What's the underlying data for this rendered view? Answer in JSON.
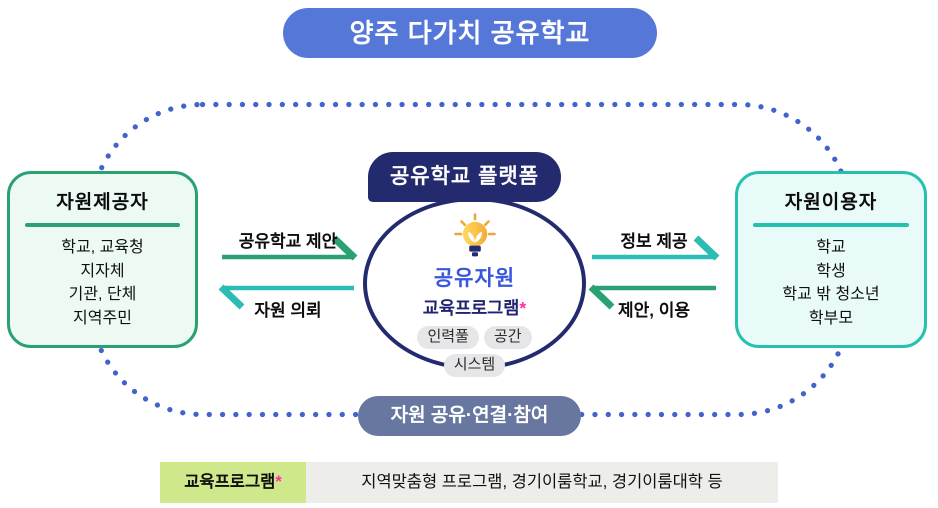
{
  "title": "양주 다가치 공유학교",
  "provider_box": {
    "title": "자원제공자",
    "items": [
      "학교, 교육청",
      "지자체",
      "기관, 단체",
      "지역주민"
    ]
  },
  "user_box": {
    "title": "자원이용자",
    "items": [
      "학교",
      "학생",
      "학교 밖 청소년",
      "학부모"
    ]
  },
  "platform": {
    "label": "공유학교 플랫폼",
    "icon": "lightbulb-icon",
    "heading": "공유자원",
    "program": "교육프로그램",
    "program_asterisk": "*",
    "tags": [
      "인력풀",
      "공간",
      "시스템"
    ]
  },
  "arrows": {
    "left_top": "공유학교 제안",
    "left_bottom": "자원 의뢰",
    "right_top": "정보 제공",
    "right_bottom": "제안, 이용"
  },
  "bottom_pill": "자원 공유·연결·참여",
  "legend": {
    "term": "교육프로그램",
    "asterisk": "*",
    "description": "지역맞춤형 프로그램, 경기이룸학교, 경기이룸대학 등"
  },
  "colors": {
    "title_bg": "#5577d8",
    "navy": "#242a6e",
    "green_arrow": "#2aa173",
    "teal_arrow": "#2cbcb4",
    "dotted_loop": "#4263cc",
    "provider_border": "#2aa173",
    "provider_bg": "#ecfaf3",
    "user_border": "#25c0ae",
    "user_bg": "#e9fbf9",
    "accent_blue": "#3a56dd",
    "asterisk_pink": "#ff2fa0",
    "bottom_pill_bg": "#67779f",
    "legend_term_bg": "#cfe88c",
    "legend_desc_bg": "#ededea",
    "tag_bg": "#e6e6e8"
  }
}
